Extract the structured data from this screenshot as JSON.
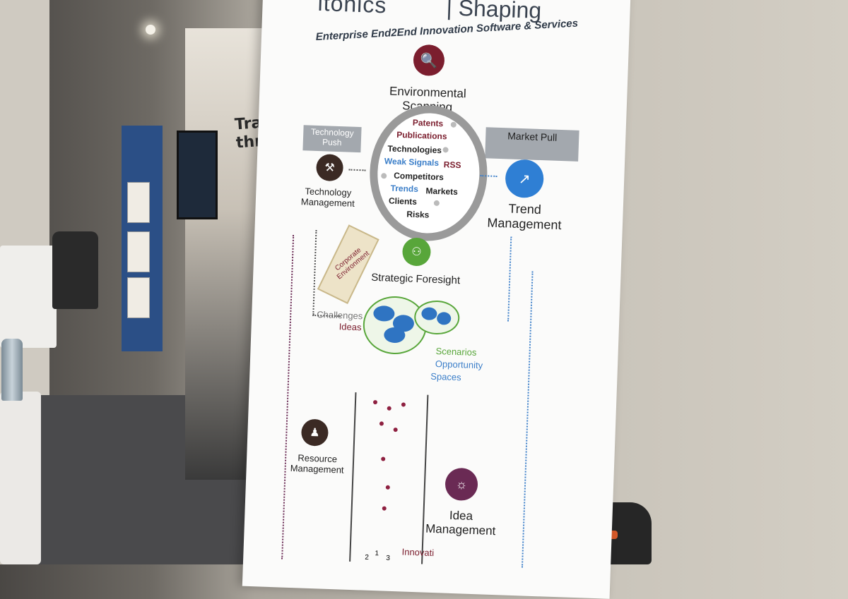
{
  "poster": {
    "brand": "itonics",
    "brand_tag": "| Shaping",
    "tagline": "Enterprise End2End Innovation Software & Services",
    "environmental_scanning": "Environmental Scanning",
    "technology_push": "Technology Push",
    "market_pull": "Market Pull",
    "technology_management": "Technology Management",
    "trend_management": "Trend Management",
    "corporate_environment": "Corporate Environment",
    "strategic_foresight": "Strategic Foresight",
    "resource_management": "Resource Management",
    "idea_management": "Idea Management",
    "magnifier_words": {
      "patents": "Patents",
      "publications": "Publications",
      "technologies": "Technologies",
      "weak_signals": "Weak Signals",
      "rss": "RSS",
      "competitors": "Competitors",
      "trends": "Trends",
      "markets": "Markets",
      "clients": "Clients",
      "risks": "Risks"
    },
    "challenges": "Challenges",
    "ideas": "Ideas",
    "scenarios": "Scenarios",
    "opportunity": "Opportunity",
    "spaces": "Spaces",
    "innovation_partial": "Innovati",
    "funnel_numbers": [
      "2",
      "1",
      "3"
    ]
  },
  "background": {
    "booth_text_line1": "Transform",
    "booth_text_line2": "through in"
  },
  "colors": {
    "maroon": "#7b1e2e",
    "blue": "#3c7fc9",
    "green": "#58a63a",
    "purple": "#6a2a54",
    "dark_icon": "#3b2a24"
  },
  "icons": [
    "document-search-icon",
    "hammer-icon",
    "trend-arrow-icon",
    "binoculars-icon",
    "people-icon",
    "lightbulb-icon"
  ]
}
